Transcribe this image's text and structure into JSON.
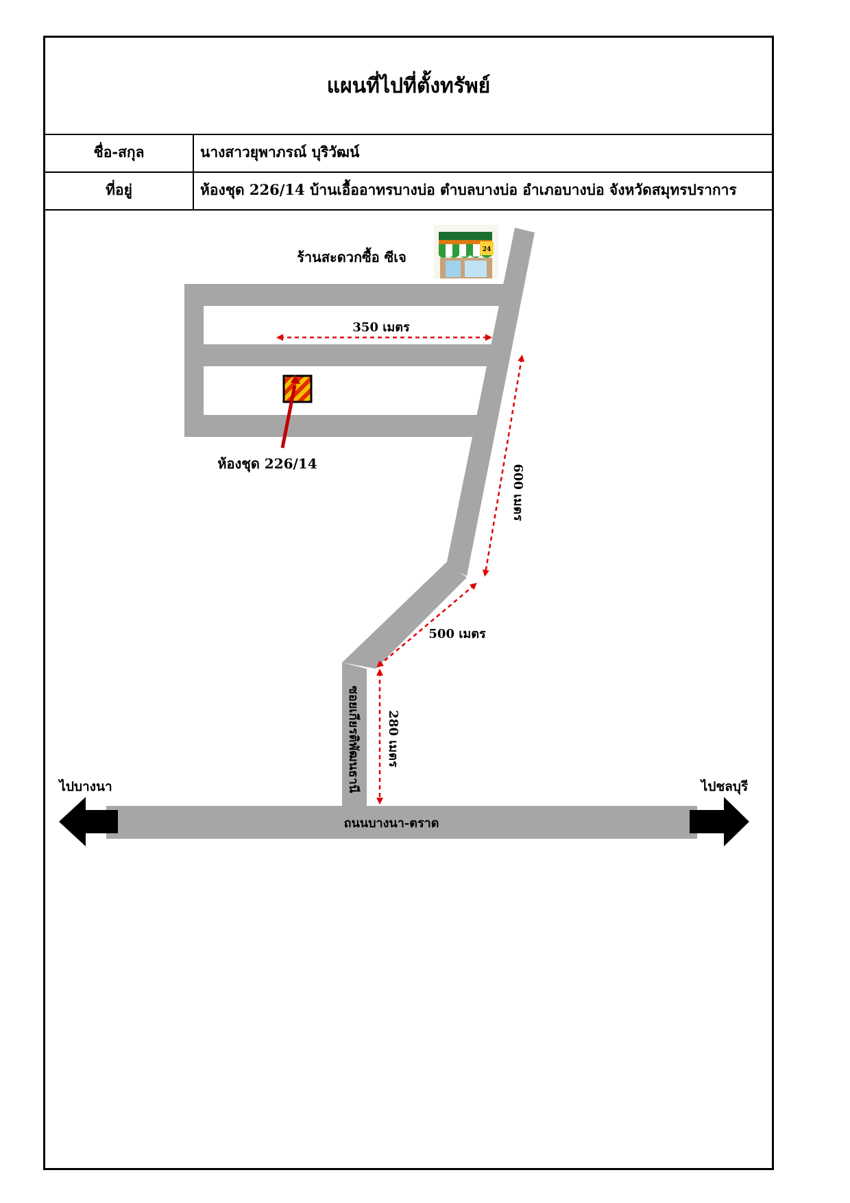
{
  "header": {
    "title": "แผนที่ไปที่ตั้งทรัพย์"
  },
  "info": {
    "name_label": "ชื่อ-สกุล",
    "name_value": "นางสาวยุพาภรณ์ บุริวัฒน์",
    "address_label": "ที่อยู่",
    "address_value": "ห้องชุด 226/14 บ้านเอื้ออาทรบางบ่อ ตำบลบางบ่อ อำเภอบางบ่อ จังหวัดสมุทรปราการ"
  },
  "map": {
    "store_label": "ร้านสะดวกซื้อ ซีเจ",
    "store_icon": "convenience-store-icon",
    "store_hours": "24",
    "property_label": "ห้องชุด 226/14",
    "property_icon": "property-marker-icon",
    "distance_350": "350 เมตร",
    "distance_600": "600 เมตร",
    "distance_500": "500 เมตร",
    "distance_280": "280 เมตร",
    "soi_name": "ซอยเกียรติพัฒนธานี",
    "main_road": "ถนนบางนา-ตราด",
    "left_direction": "ไปบางนา",
    "right_direction": "ไปชลบุรี",
    "colors": {
      "road": "#a6a6a6",
      "dimension": "#e00000",
      "arrow": "#000000",
      "marker_fill": "#f2c200",
      "marker_stripe": "#e32d00",
      "pointer": "#c00000"
    }
  }
}
